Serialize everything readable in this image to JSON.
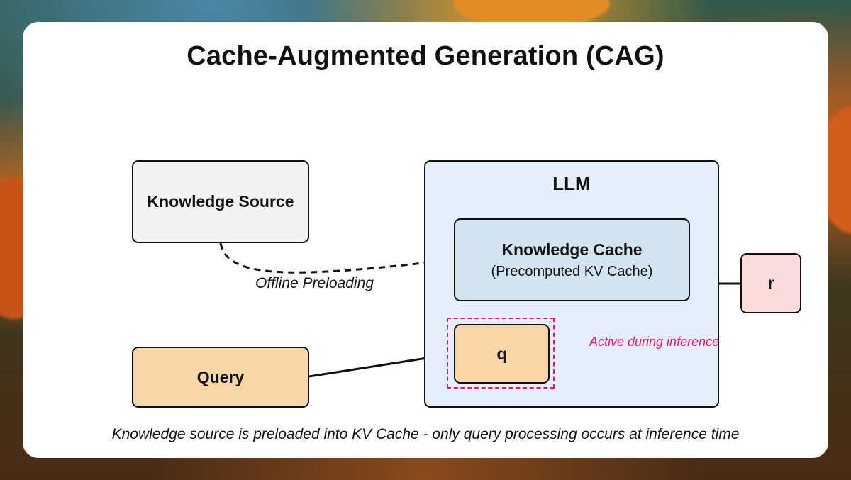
{
  "diagram": {
    "title": "Cache-Augmented Generation (CAG)",
    "nodes": {
      "knowledge_source": "Knowledge Source",
      "query": "Query",
      "llm": "LLM",
      "knowledge_cache_title": "Knowledge Cache",
      "knowledge_cache_subtitle": "(Precomputed KV Cache)",
      "q": "q",
      "r": "r"
    },
    "edge_labels": {
      "offline_preloading": "Offline Preloading",
      "active_during_inference": "Active during inference"
    },
    "caption": "Knowledge source is preloaded into KV Cache - only query processing occurs at inference time"
  },
  "colors": {
    "knowledge_source_fill": "#f3f3f3",
    "query_fill": "#f9d6a5",
    "llm_fill": "#e4effb",
    "knowledge_cache_fill": "#d3e4f1",
    "response_fill": "#fbdcdc",
    "highlight": "#e0186e"
  }
}
